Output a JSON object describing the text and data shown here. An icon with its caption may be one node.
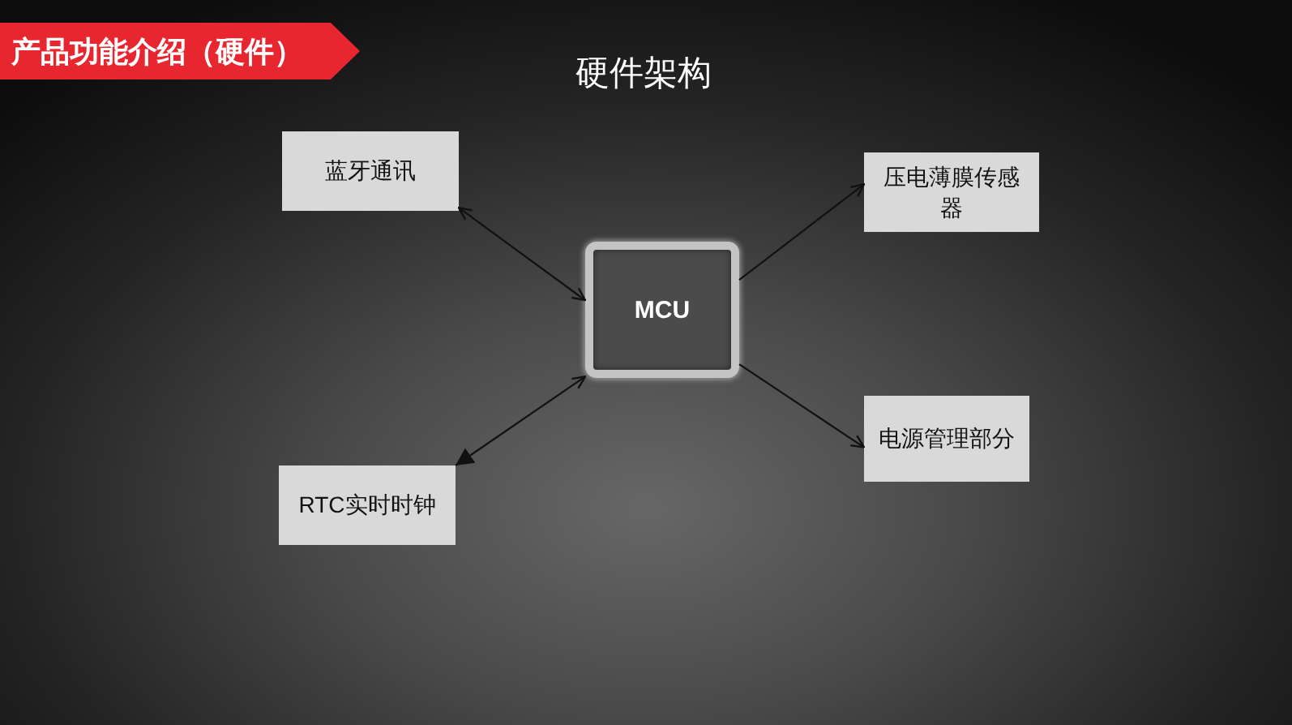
{
  "diagram": {
    "title": "硬件架构",
    "nodes": [
      {
        "text": [
          "产品功能介绍（硬件）"
        ]
      },
      {
        "text": [
          "蓝牙通讯"
        ]
      },
      {
        "text": [
          "压电薄膜传感器"
        ]
      },
      {
        "text": [
          "MCU"
        ]
      },
      {
        "text": [
          "电源管理部分"
        ]
      },
      {
        "text": [
          "RTC实时时钟"
        ]
      }
    ],
    "edges": [
      {
        "from": 1,
        "to": 3,
        "arrow": "both"
      },
      {
        "from": 3,
        "to": 2,
        "arrow": "to"
      },
      {
        "from": 3,
        "to": 4,
        "arrow": "to"
      },
      {
        "from": 5,
        "to": 3,
        "arrow": "both"
      }
    ]
  }
}
